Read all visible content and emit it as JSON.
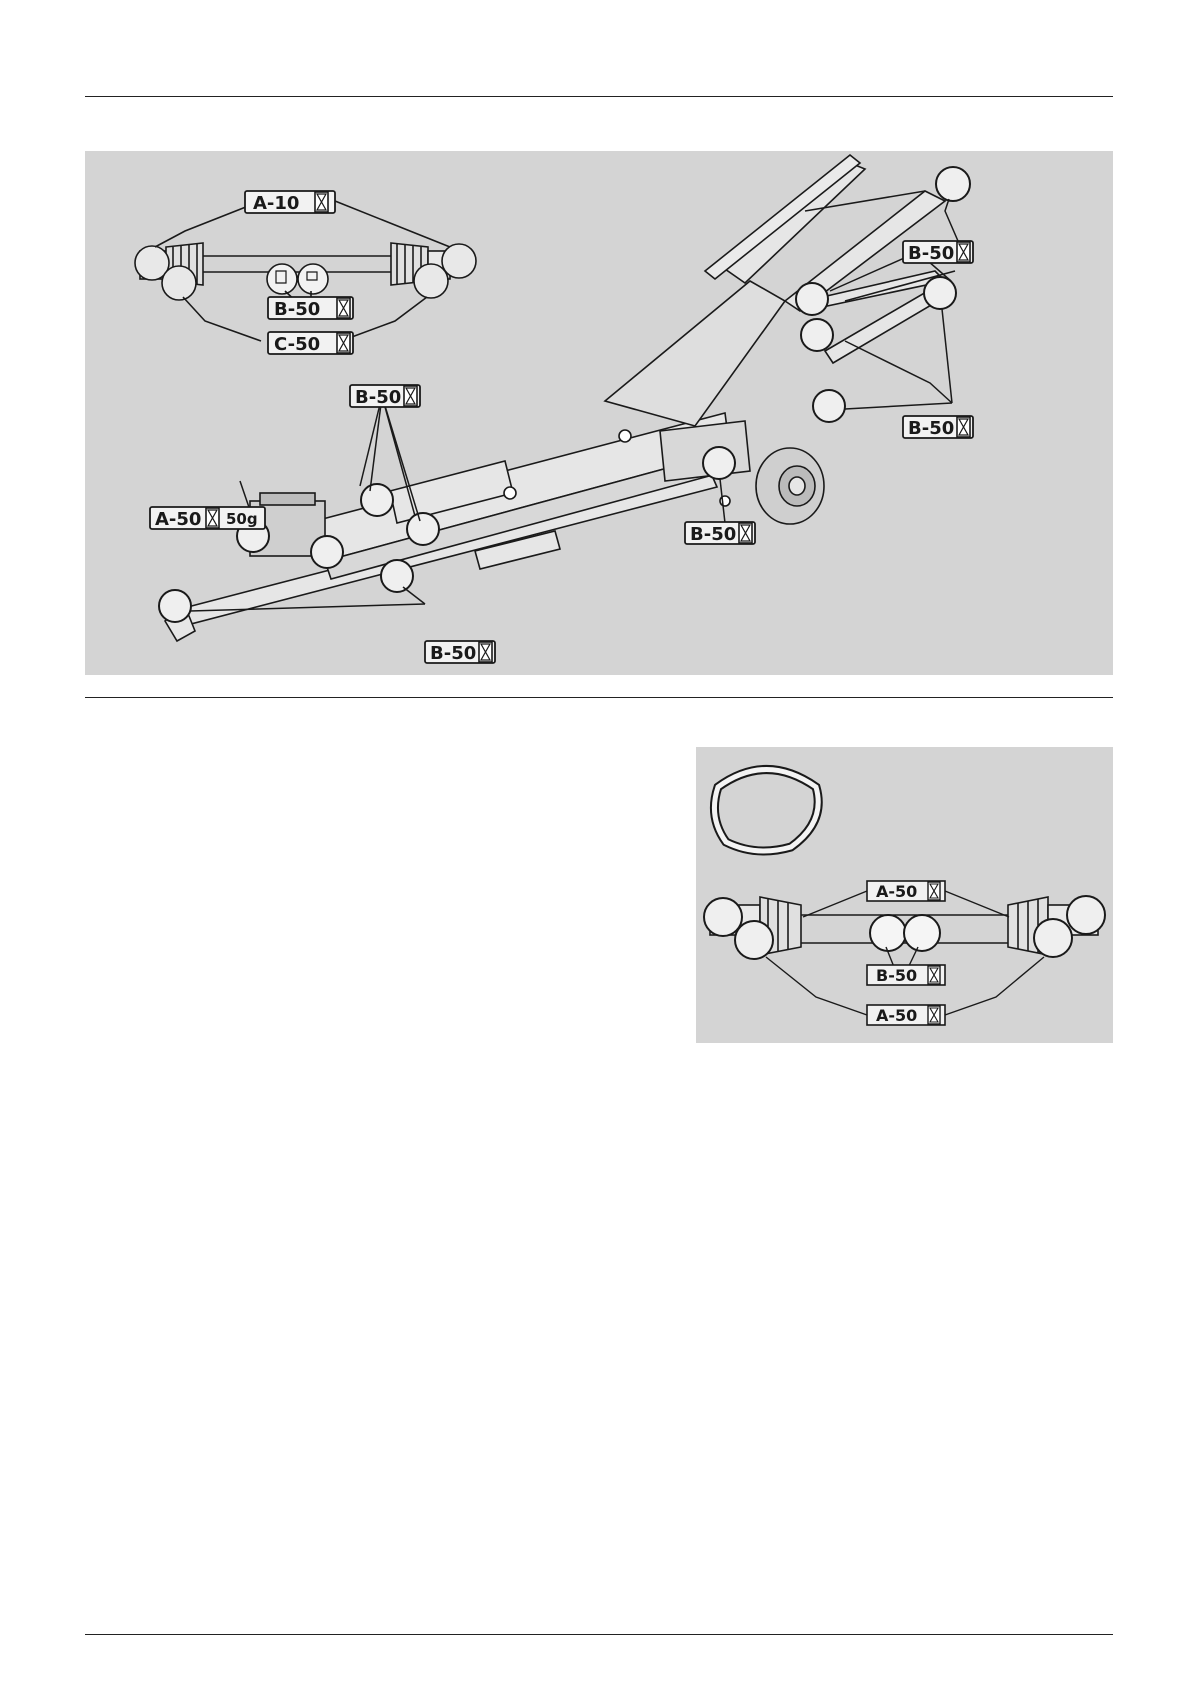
{
  "colors": {
    "panel": "#d4d4d4",
    "ink": "#1a1a1a",
    "label_bg": "#f2f2f2"
  },
  "main_figure": {
    "labels": {
      "a10": "A-10",
      "b50_top_left": "B-50",
      "c50": "C-50",
      "b50_upper_right": "B-50",
      "b50_center": "B-50",
      "a50_grease": "A-50",
      "grease_amount": "50g",
      "b50_right_lower": "B-50",
      "b50_wheel": "B-50",
      "b50_drawbar": "B-50"
    },
    "hourglass_icon": "hourglass-icon"
  },
  "inset_figure": {
    "labels": {
      "a50_top": "A-50",
      "b50": "B-50",
      "a50_bottom": "A-50"
    },
    "hourglass_icon": "hourglass-icon"
  }
}
